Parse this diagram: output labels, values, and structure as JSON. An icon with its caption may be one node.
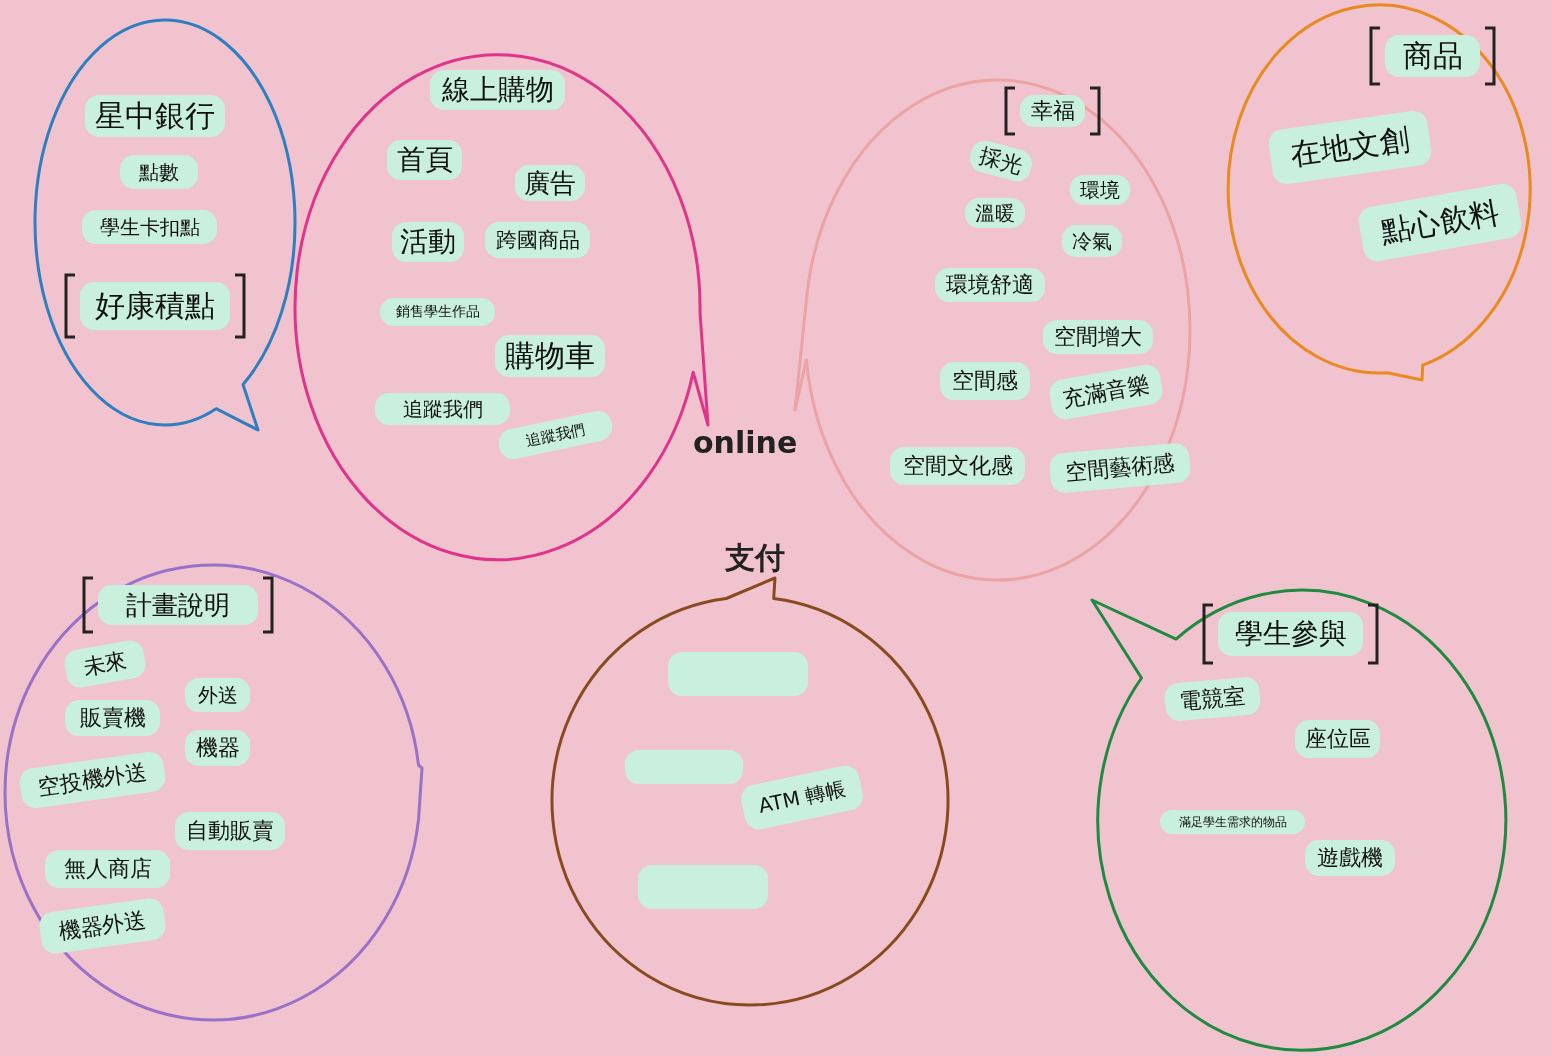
{
  "diagram": {
    "nodes": [
      {
        "text": [],
        "shape": "circle"
      },
      {
        "text": [
          "星中銀行"
        ],
        "in": 0
      },
      {
        "text": [
          "點數"
        ],
        "in": 0
      },
      {
        "text": [
          "學生卡扣點"
        ],
        "in": 0
      },
      {
        "text": [
          "好康積點"
        ],
        "in": 0
      },
      {
        "text": [],
        "shape": "circle"
      },
      {
        "text": [
          "線上購物"
        ],
        "in": 5
      },
      {
        "text": [
          "首頁"
        ],
        "in": 5
      },
      {
        "text": [
          "廣告"
        ],
        "in": 5
      },
      {
        "text": [
          "活動"
        ],
        "in": 5
      },
      {
        "text": [
          "跨國商品"
        ],
        "in": 5
      },
      {
        "text": [
          "銷售學生作品"
        ],
        "in": 5
      },
      {
        "text": [
          "購物車"
        ],
        "in": 5
      },
      {
        "text": [
          "追蹤我們"
        ],
        "in": 5
      },
      {
        "text": [
          "追蹤我們"
        ],
        "in": 5
      },
      {
        "text": [],
        "shape": "circle"
      },
      {
        "text": [
          "幸福"
        ],
        "in": 15
      },
      {
        "text": [
          "採光"
        ],
        "in": 15
      },
      {
        "text": [
          "環境"
        ],
        "in": 15
      },
      {
        "text": [
          "溫暖"
        ],
        "in": 15
      },
      {
        "text": [
          "冷氣"
        ],
        "in": 15
      },
      {
        "text": [
          "環境舒適"
        ],
        "in": 15
      },
      {
        "text": [
          "空間增大"
        ],
        "in": 15
      },
      {
        "text": [
          "空間感"
        ],
        "in": 15
      },
      {
        "text": [
          "充滿音樂"
        ],
        "in": 15
      },
      {
        "text": [
          "空間文化感"
        ],
        "in": 15
      },
      {
        "text": [
          "空間藝術感"
        ],
        "in": 15
      },
      {
        "text": [],
        "shape": "circle"
      },
      {
        "text": [
          "商品"
        ],
        "in": 27
      },
      {
        "text": [
          "在地文創"
        ],
        "in": 27
      },
      {
        "text": [
          "點心飲料"
        ],
        "in": 27
      },
      {
        "text": [],
        "shape": "circle"
      },
      {
        "text": [
          "計畫說明"
        ],
        "in": 31
      },
      {
        "text": [
          "未來"
        ],
        "in": 31
      },
      {
        "text": [
          "外送"
        ],
        "in": 31
      },
      {
        "text": [
          "販賣機"
        ],
        "in": 31
      },
      {
        "text": [
          "機器"
        ],
        "in": 31
      },
      {
        "text": [
          "空投機外送"
        ],
        "in": 31
      },
      {
        "text": [
          "自動販賣"
        ],
        "in": 31
      },
      {
        "text": [
          "無人商店"
        ],
        "in": 31
      },
      {
        "text": [
          "機器外送"
        ],
        "in": 31
      },
      {
        "text": [],
        "shape": "circle"
      },
      {
        "text": [],
        "shape": "box",
        "in": 41
      },
      {
        "text": [],
        "shape": "box",
        "in": 41
      },
      {
        "text": [
          "ATM 轉帳"
        ],
        "in": 41
      },
      {
        "text": [],
        "shape": "box",
        "in": 41
      },
      {
        "text": [],
        "shape": "circle"
      },
      {
        "text": [
          "學生參與"
        ],
        "in": 46
      },
      {
        "text": [
          "電競室"
        ],
        "in": 46
      },
      {
        "text": [
          "座位區"
        ],
        "in": 46
      },
      {
        "text": [
          "滿足學生需求的物品"
        ],
        "in": 46
      },
      {
        "text": [
          "遊戲機"
        ],
        "in": 46
      }
    ],
    "labels": [
      "online",
      "支付"
    ]
  }
}
